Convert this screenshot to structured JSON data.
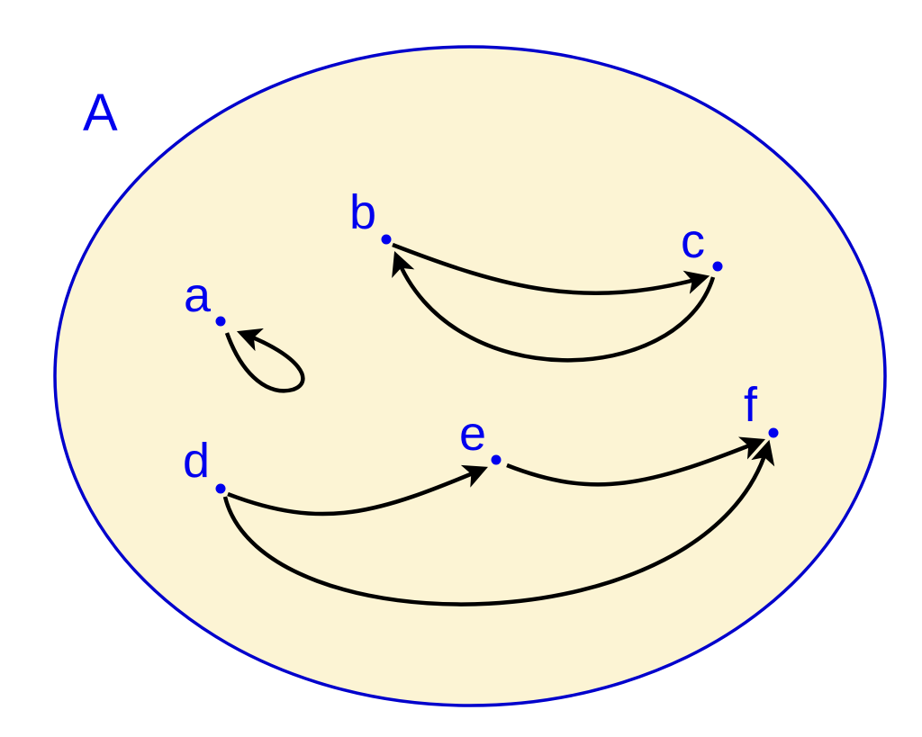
{
  "set": {
    "label": "A",
    "fill": "#fcf4d4",
    "stroke": "#0000cc"
  },
  "elements": [
    {
      "id": "a",
      "label": "a"
    },
    {
      "id": "b",
      "label": "b"
    },
    {
      "id": "c",
      "label": "c"
    },
    {
      "id": "d",
      "label": "d"
    },
    {
      "id": "e",
      "label": "e"
    },
    {
      "id": "f",
      "label": "f"
    }
  ],
  "relations": [
    {
      "from": "a",
      "to": "a"
    },
    {
      "from": "b",
      "to": "c"
    },
    {
      "from": "c",
      "to": "b"
    },
    {
      "from": "d",
      "to": "e"
    },
    {
      "from": "e",
      "to": "f"
    },
    {
      "from": "d",
      "to": "f"
    }
  ],
  "colors": {
    "point": "#0000ee",
    "arrow": "#000000"
  }
}
